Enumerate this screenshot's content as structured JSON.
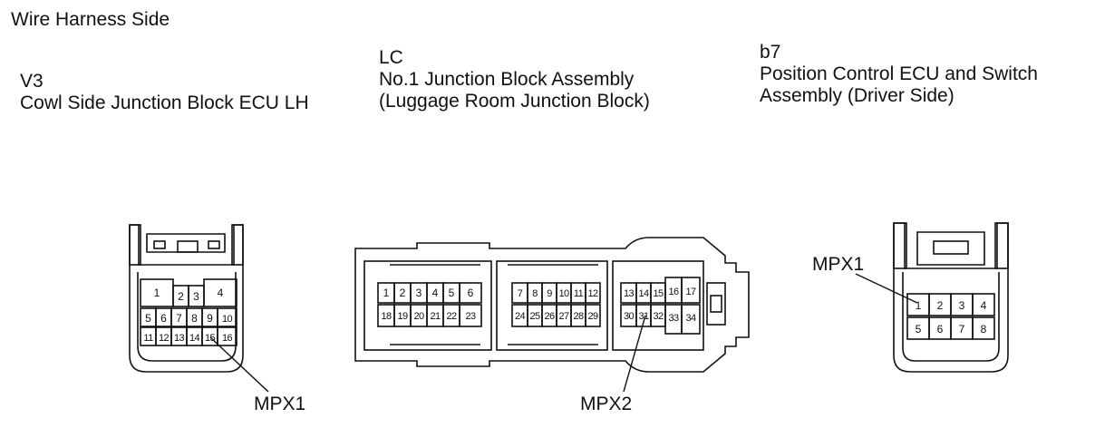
{
  "view_label": "Wire Harness Side",
  "connectors": {
    "v3": {
      "code": "V3",
      "name": "Cowl Side Junction Block ECU LH",
      "pins": [
        "1",
        "2",
        "3",
        "4",
        "5",
        "6",
        "7",
        "8",
        "9",
        "10",
        "11",
        "12",
        "13",
        "14",
        "15",
        "16"
      ],
      "callout": "MPX1",
      "callout_pin": "15"
    },
    "lc": {
      "code": "LC",
      "name_line1": "No.1 Junction Block Assembly",
      "name_line2": "(Luggage Room Junction Block)",
      "pins": [
        "1",
        "2",
        "3",
        "4",
        "5",
        "6",
        "7",
        "8",
        "9",
        "10",
        "11",
        "12",
        "13",
        "14",
        "15",
        "16",
        "17",
        "18",
        "19",
        "20",
        "21",
        "22",
        "23",
        "24",
        "25",
        "26",
        "27",
        "28",
        "29",
        "30",
        "31",
        "32",
        "33",
        "34"
      ],
      "callout": "MPX2",
      "callout_pin": "31"
    },
    "b7": {
      "code": "b7",
      "name_line1": "Position Control ECU and Switch",
      "name_line2": "Assembly (Driver Side)",
      "pins": [
        "1",
        "2",
        "3",
        "4",
        "5",
        "6",
        "7",
        "8"
      ],
      "callout": "MPX1",
      "callout_pin": "1"
    }
  }
}
